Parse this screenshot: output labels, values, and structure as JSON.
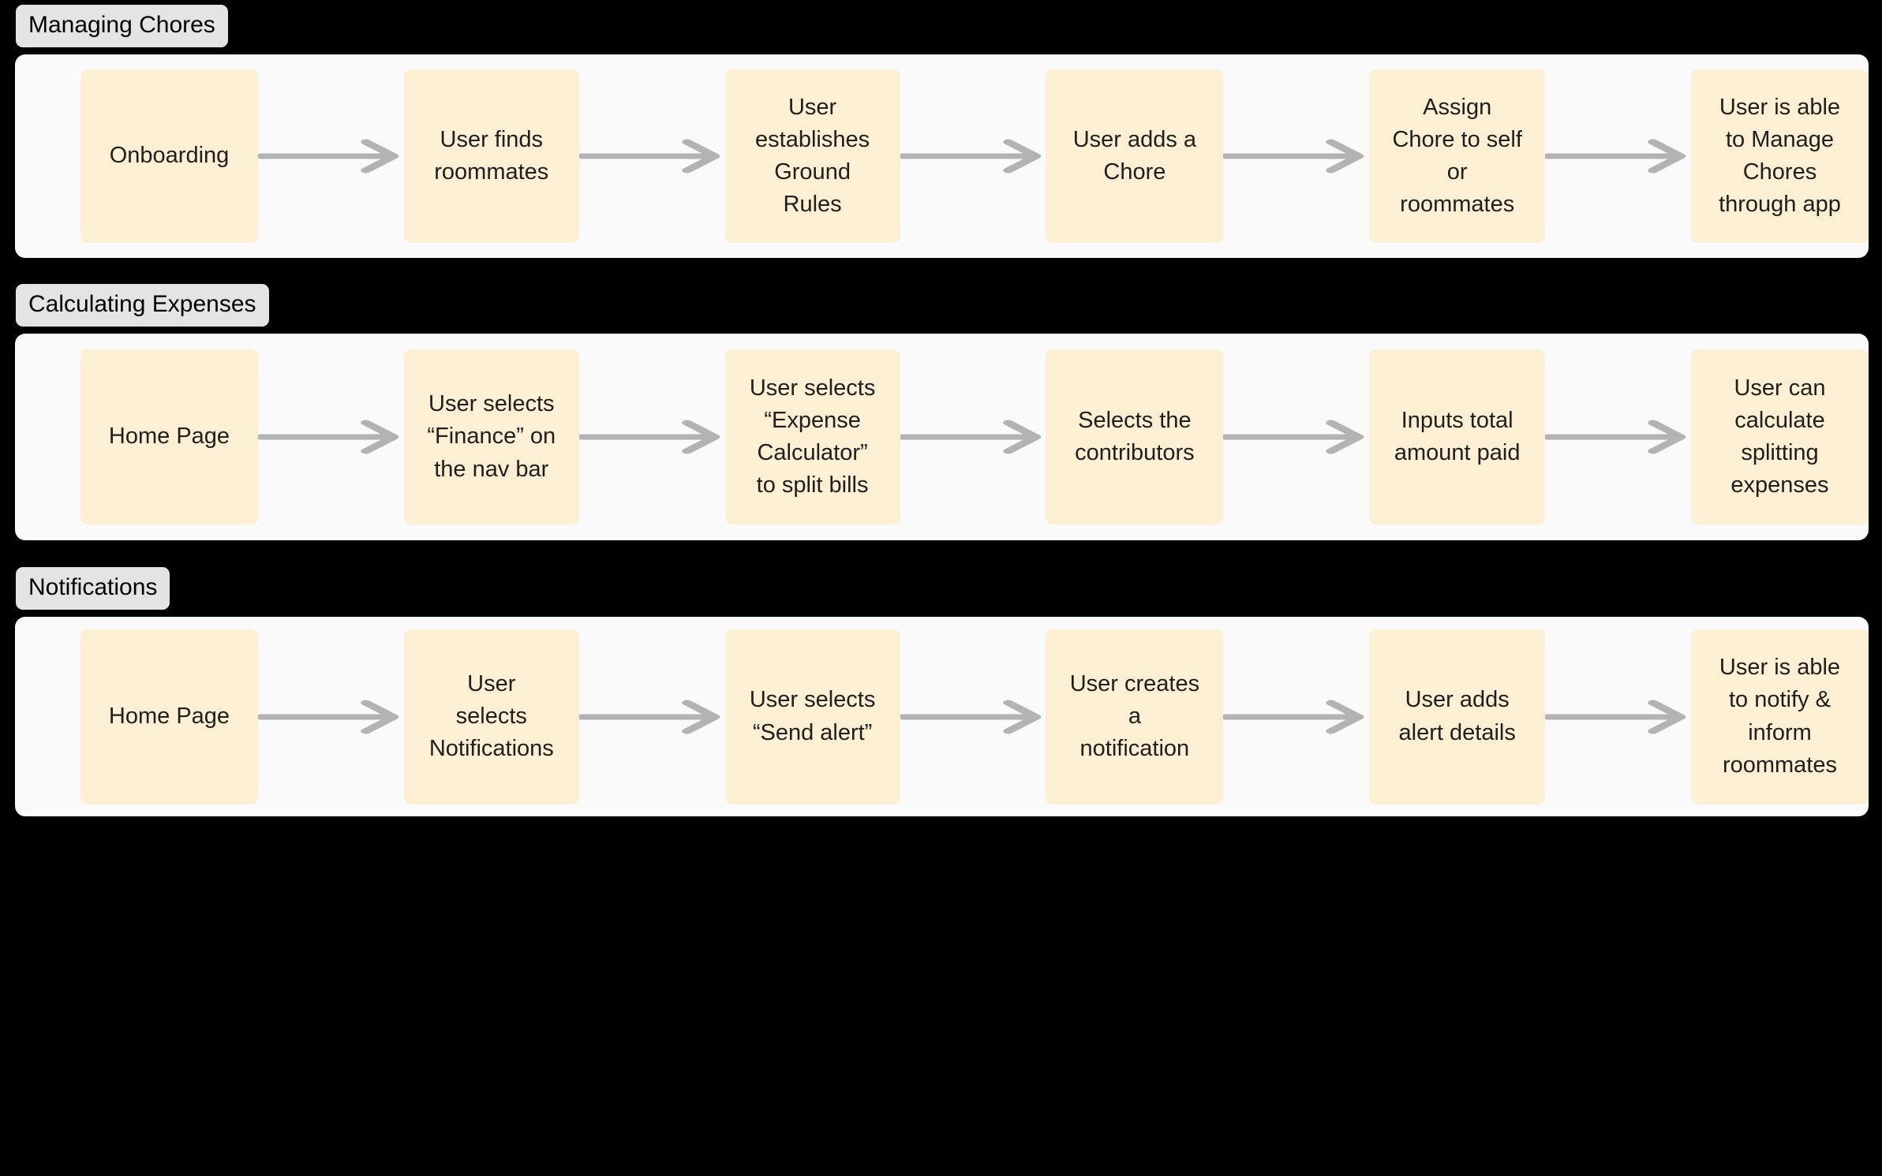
{
  "colors": {
    "canvas": "#000000",
    "panel": "#FAFAFA",
    "node": "#FCEFD3",
    "node_text": "#201E1C",
    "arrow": "#B3B3B3",
    "label_pill": "#E4E4E4",
    "label_text": "#000000"
  },
  "sections": [
    {
      "label": "Managing Chores",
      "nodes": [
        "Onboarding",
        "User finds\nroommates",
        "User\nestablishes\nGround\nRules",
        "User adds a\nChore",
        "Assign\nChore to self\nor\nroommates",
        "User is able\nto Manage\nChores\nthrough app"
      ],
      "connector": "arrow-right"
    },
    {
      "label": "Calculating Expenses",
      "nodes": [
        "Home Page",
        "User selects\n“Finance” on\nthe nav bar",
        "User selects\n“Expense\nCalculator”\nto split bills",
        "Selects the\ncontributors",
        "Inputs total\namount paid",
        "User can\ncalculate\nsplitting\nexpenses"
      ],
      "connector": "arrow-right"
    },
    {
      "label": "Notifications",
      "nodes": [
        "Home Page",
        "User\nselects\nNotifications",
        "User selects\n“Send alert”",
        "User creates\na\nnotification",
        "User adds\nalert details",
        "User is able\nto notify &\ninform\nroommates"
      ],
      "connector": "arrow-right"
    }
  ]
}
